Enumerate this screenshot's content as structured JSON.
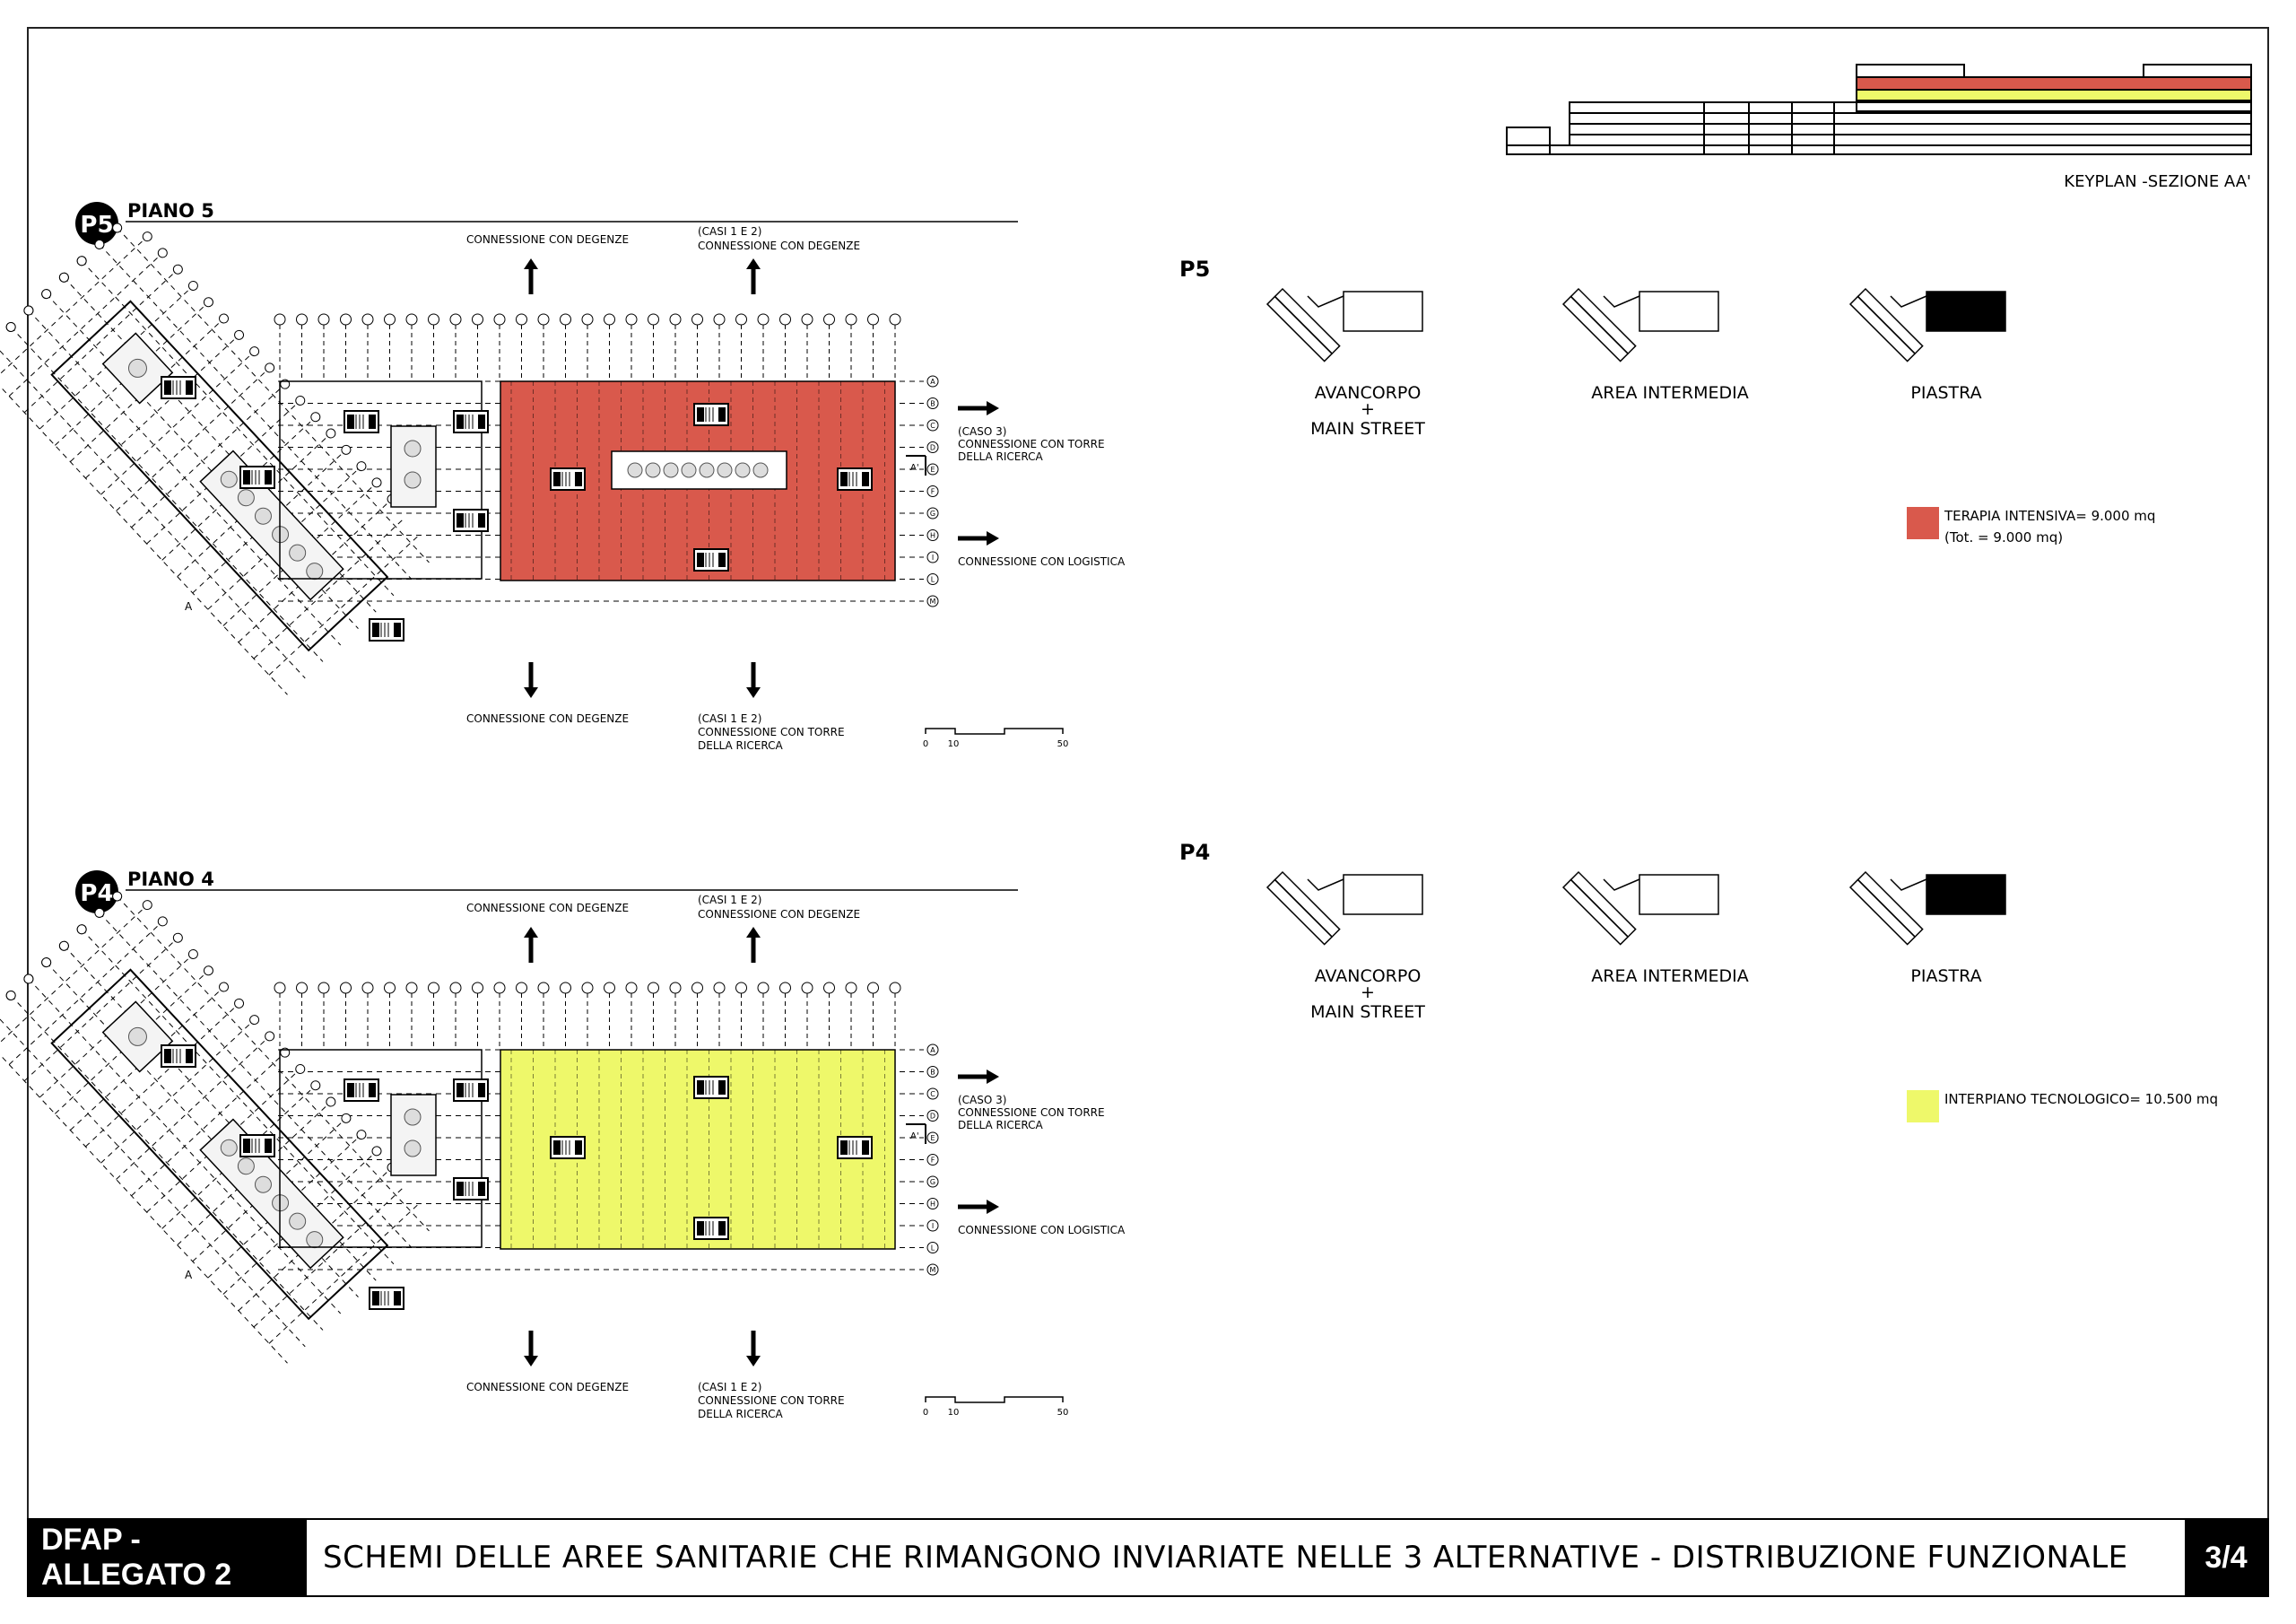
{
  "keyplan": {
    "label": "KEYPLAN -SEZIONE AA'"
  },
  "colors": {
    "intensive": "#D9594C",
    "tech": "#EEF86A",
    "piastra_icon": "#000000"
  },
  "floors": [
    {
      "badge": "P5",
      "title": "PIANO 5",
      "fill_color": "#D9594C",
      "conn_top_left": "CONNESSIONE CON DEGENZE",
      "conn_top_right_1": "(CASI 1 E 2)",
      "conn_top_right_2": "CONNESSIONE CON DEGENZE",
      "conn_right_1_a": "(CASO 3)",
      "conn_right_1_b": "CONNESSIONE CON TORRE",
      "conn_right_1_c": "DELLA RICERCA",
      "conn_right_2": "CONNESSIONE CON LOGISTICA",
      "conn_bottom_left": "CONNESSIONE CON DEGENZE",
      "conn_bottom_right_1": "(CASI 1 E 2)",
      "conn_bottom_right_2": "CONNESSIONE CON TORRE",
      "conn_bottom_right_3": "DELLA RICERCA",
      "scale": [
        "0",
        "10",
        "50"
      ],
      "section_mark": "A'",
      "section_mark_left": "A"
    },
    {
      "badge": "P4",
      "title": "PIANO 4",
      "fill_color": "#EEF86A",
      "conn_top_left": "CONNESSIONE CON DEGENZE",
      "conn_top_right_1": "(CASI 1 E 2)",
      "conn_top_right_2": "CONNESSIONE CON DEGENZE",
      "conn_right_1_a": "(CASO 3)",
      "conn_right_1_b": "CONNESSIONE CON TORRE",
      "conn_right_1_c": "DELLA RICERCA",
      "conn_right_2": "CONNESSIONE CON LOGISTICA",
      "conn_bottom_left": "CONNESSIONE CON DEGENZE",
      "conn_bottom_right_1": "(CASI 1 E 2)",
      "conn_bottom_right_2": "CONNESSIONE CON TORRE",
      "conn_bottom_right_3": "DELLA RICERCA",
      "scale": [
        "0",
        "10",
        "50"
      ],
      "section_mark": "A'",
      "section_mark_left": "A"
    }
  ],
  "grid_rows": [
    "A",
    "B",
    "C",
    "D",
    "E",
    "F",
    "G",
    "H",
    "I",
    "L",
    "M"
  ],
  "schemes": [
    {
      "label": "P5",
      "items": [
        {
          "line1": "AVANCORPO",
          "line2": "+",
          "line3": "MAIN STREET"
        },
        {
          "line1": "AREA INTERMEDIA"
        },
        {
          "line1": "PIASTRA"
        }
      ],
      "legend_1": "TERAPIA INTENSIVA= 9.000 mq",
      "legend_2": "(Tot. = 9.000 mq)"
    },
    {
      "label": "P4",
      "items": [
        {
          "line1": "AVANCORPO",
          "line2": "+",
          "line3": "MAIN STREET"
        },
        {
          "line1": "AREA INTERMEDIA"
        },
        {
          "line1": "PIASTRA"
        }
      ],
      "legend_1": "INTERPIANO TECNOLOGICO= 10.500 mq"
    }
  ],
  "footer": {
    "tag": "DFAP - ALLEGATO 2",
    "title": "SCHEMI DELLE AREE SANITARIE CHE RIMANGONO INVIARIATE NELLE 3 ALTERNATIVE - DISTRIBUZIONE FUNZIONALE",
    "page": "3/4"
  }
}
